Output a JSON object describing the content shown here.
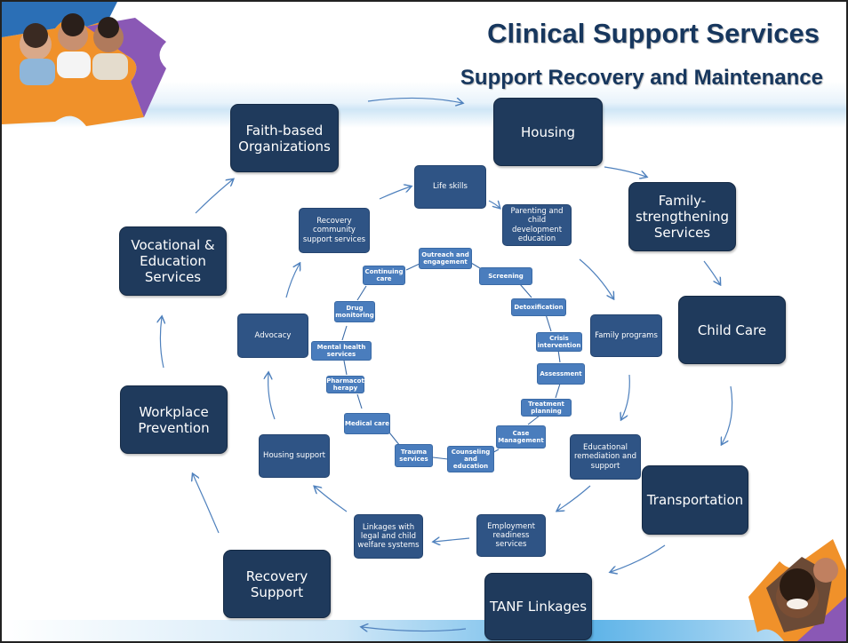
{
  "title": "Clinical Support Services",
  "subtitle": "Support Recovery and Maintenance",
  "outer_ring": [
    "Faith-based Organizations",
    "Housing",
    "Family-strengthening Services",
    "Child Care",
    "Transportation",
    "TANF Linkages",
    "Recovery Support",
    "Workplace Prevention",
    "Vocational & Education Services"
  ],
  "middle_ring": [
    "Life skills",
    "Parenting and child development education",
    "Family programs",
    "Educational remediation and support",
    "Employment readiness services",
    "Linkages with legal and child welfare systems",
    "Housing support",
    "Advocacy",
    "Recovery community support services"
  ],
  "inner_ring": [
    "Outreach and engagement",
    "Screening",
    "Detoxification",
    "Crisis intervention",
    "Assessment",
    "Treatment planning",
    "Case Management",
    "Counseling and education",
    "Trauma services",
    "Medical care",
    "Pharmacot herapy",
    "Mental health services",
    "Drug monitoring",
    "Continuing care"
  ],
  "colors": {
    "outer_node": "#1f3a5c",
    "middle_node": "#2f5485",
    "inner_node": "#4a7dbd",
    "title_text": "#17375e",
    "arrow": "#4f81bd"
  },
  "decorations": [
    "puzzle-photo-top-left",
    "puzzle-photo-bottom-right"
  ]
}
